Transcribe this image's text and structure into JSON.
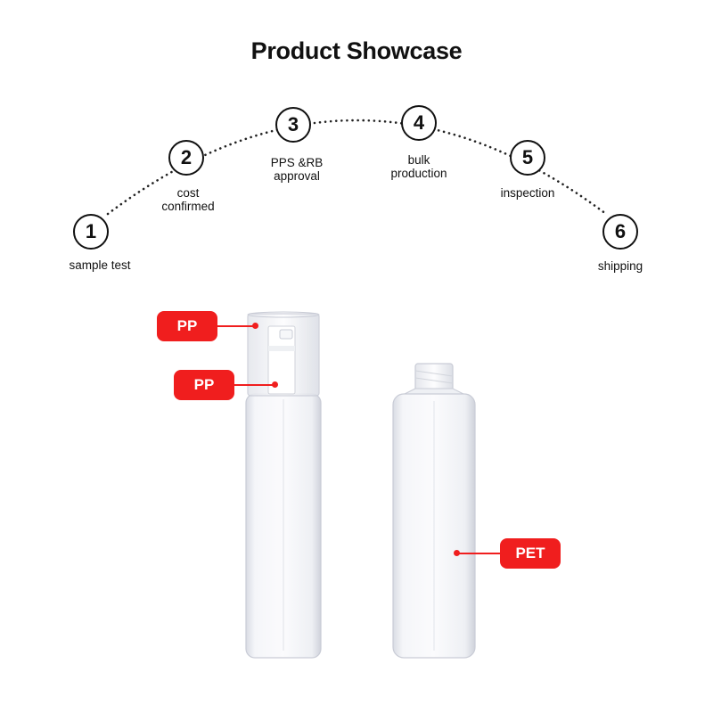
{
  "page": {
    "title": "Product Showcase"
  },
  "process": {
    "steps": [
      {
        "number": "1",
        "label": "sample test"
      },
      {
        "number": "2",
        "label": "cost\nconfirmed"
      },
      {
        "number": "3",
        "label": "PPS &RB\napproval"
      },
      {
        "number": "4",
        "label": "bulk\nproduction"
      },
      {
        "number": "5",
        "label": "inspection"
      },
      {
        "number": "6",
        "label": "shipping"
      }
    ]
  },
  "materials": {
    "cap": "PP",
    "pump": "PP",
    "bottle": "PET"
  },
  "colors": {
    "accent": "#f01e1e",
    "text": "#111111",
    "bottle_outline": "#c9ccd6"
  }
}
